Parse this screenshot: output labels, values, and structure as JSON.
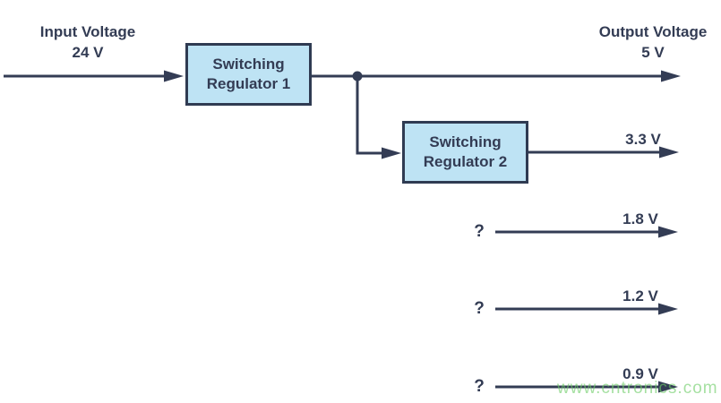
{
  "diagram": {
    "input": {
      "label": "Input Voltage",
      "value": "24 V"
    },
    "output": {
      "label": "Output Voltage",
      "value": "5 V"
    },
    "regulator1": {
      "line1": "Switching",
      "line2": "Regulator 1"
    },
    "regulator2": {
      "line1": "Switching",
      "line2": "Regulator 2"
    },
    "rail_33": {
      "value": "3.3 V"
    },
    "rails": [
      {
        "source": "?",
        "value": "1.8 V"
      },
      {
        "source": "?",
        "value": "1.2 V"
      },
      {
        "source": "?",
        "value": "0.9 V"
      }
    ],
    "watermark": "www.cntronics.com",
    "colors": {
      "line": "#333C54",
      "box_fill": "#BEE3F4",
      "box_border": "#2F3B52",
      "text": "#333C54",
      "watermark": "#A8E1A4"
    }
  }
}
